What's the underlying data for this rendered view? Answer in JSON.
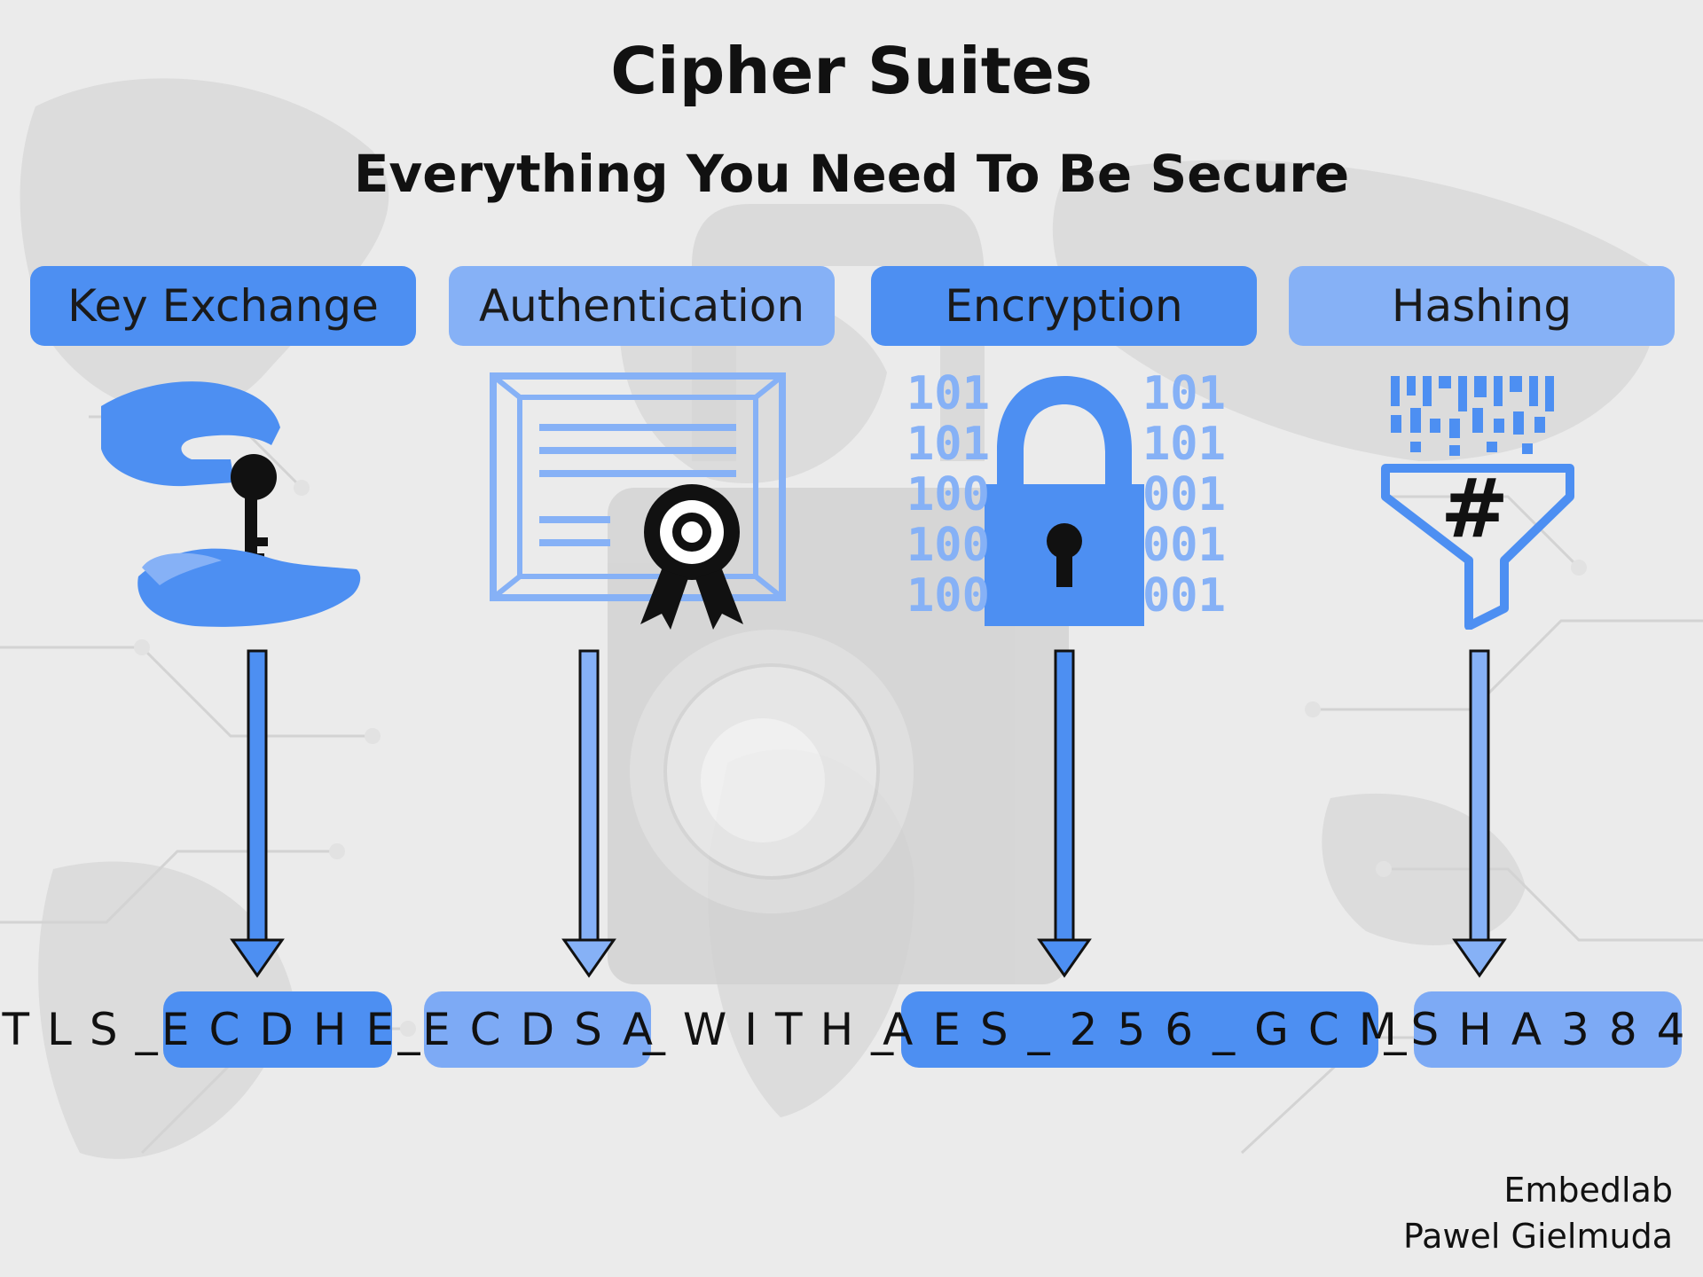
{
  "title": "Cipher Suites",
  "subtitle": "Everything You Need To Be Secure",
  "categories": [
    {
      "label": "Key Exchange",
      "color": "#4d8ff2"
    },
    {
      "label": "Authentication",
      "color": "#86b1f6"
    },
    {
      "label": "Encryption",
      "color": "#4d8ff2"
    },
    {
      "label": "Hashing",
      "color": "#86b1f6"
    }
  ],
  "icons": [
    "key-in-hand-icon",
    "certificate-icon",
    "binary-padlock-icon",
    "hash-funnel-icon"
  ],
  "suite": {
    "prefix": "TLS_",
    "key_exchange": "ECDHE",
    "sep1": "_",
    "authentication": "ECDSA",
    "with": "_WITH_",
    "encryption": "AES_256_GCM",
    "sep2": "_",
    "hashing": "SHA384"
  },
  "binary_left": [
    "101",
    "101",
    "100",
    "100",
    "100"
  ],
  "binary_right": [
    "101",
    "101",
    "001",
    "001",
    "001"
  ],
  "hash_symbol": "#",
  "credits": {
    "line1": "Embedlab",
    "line2": "Pawel Gielmuda"
  },
  "colors": {
    "accent": "#4d8ff2",
    "accent_light": "#86b1f6",
    "text": "#111111",
    "background": "#ebebeb"
  }
}
